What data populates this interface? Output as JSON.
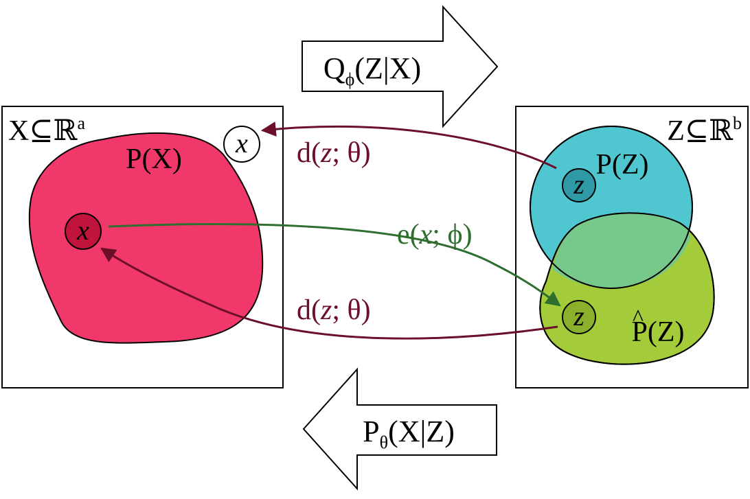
{
  "top_arrow": {
    "label_main": "Q",
    "label_sub": "ϕ",
    "label_rest": "(Z|X)"
  },
  "bottom_arrow": {
    "label_main": "P",
    "label_sub": "θ",
    "label_rest": "(X|Z)"
  },
  "left_box": {
    "space_main": "X⊆ℝ",
    "space_sup": "a",
    "region_label": "P(X)",
    "inner_point": "x",
    "outer_point": "x"
  },
  "right_box": {
    "space_main": "Z⊆ℝ",
    "space_sup": "b",
    "prior_label": "P(Z)",
    "posterior_label_base": "P(Z)",
    "posterior_hat": "^",
    "prior_point": "z",
    "posterior_point": "z"
  },
  "edges": {
    "decoder_top": {
      "prefix": "d(",
      "var": "z",
      "suffix": "; θ)"
    },
    "encoder": {
      "prefix": "e(",
      "var": "x",
      "suffix": "; ϕ)"
    },
    "decoder_bottom": {
      "prefix": "d(",
      "var": "z",
      "suffix": "; θ)"
    }
  },
  "colors": {
    "px_region": "#f0386b",
    "pz_prior": "#4fc6d0",
    "pz_posterior": "#a4cc3a",
    "overlap": "#76c98a",
    "decoder": "#6b0f2a",
    "encoder": "#2e6e2e",
    "inner_x_fill": "#c0143c",
    "prior_z_fill": "#2f9aa6",
    "post_z_fill": "#8bb02c"
  }
}
